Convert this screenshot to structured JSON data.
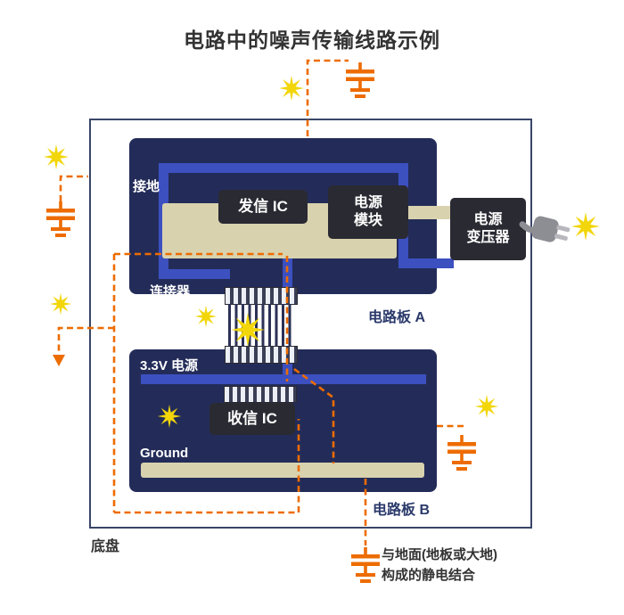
{
  "title": "电路中的噪声传输线路示例",
  "chassis": {
    "label": "底盘"
  },
  "board_a": {
    "name": "电路板 A",
    "ground_label": "接地",
    "connector_label": "连接器",
    "tx_ic": "发信 IC",
    "power_module": "电源\n模块"
  },
  "board_b": {
    "name": "电路板 B",
    "power_rail_label": "3.3V 电源",
    "rx_ic": "收信 IC",
    "ground_label": "Ground"
  },
  "external": {
    "transformer": "电源\n变压器"
  },
  "caption": "与地面(地板或大地)\n构成的静电结合",
  "colors": {
    "board_navy": "#232c59",
    "trace_blue": "#3c50c0",
    "plane_beige": "#d9d2ae",
    "component_dark": "#2a2a33",
    "noise_orange": "#ed6c00",
    "star_yellow": "#f2d60a",
    "chassis_border": "#3a4668",
    "label_navy": "#2b3a6b"
  }
}
